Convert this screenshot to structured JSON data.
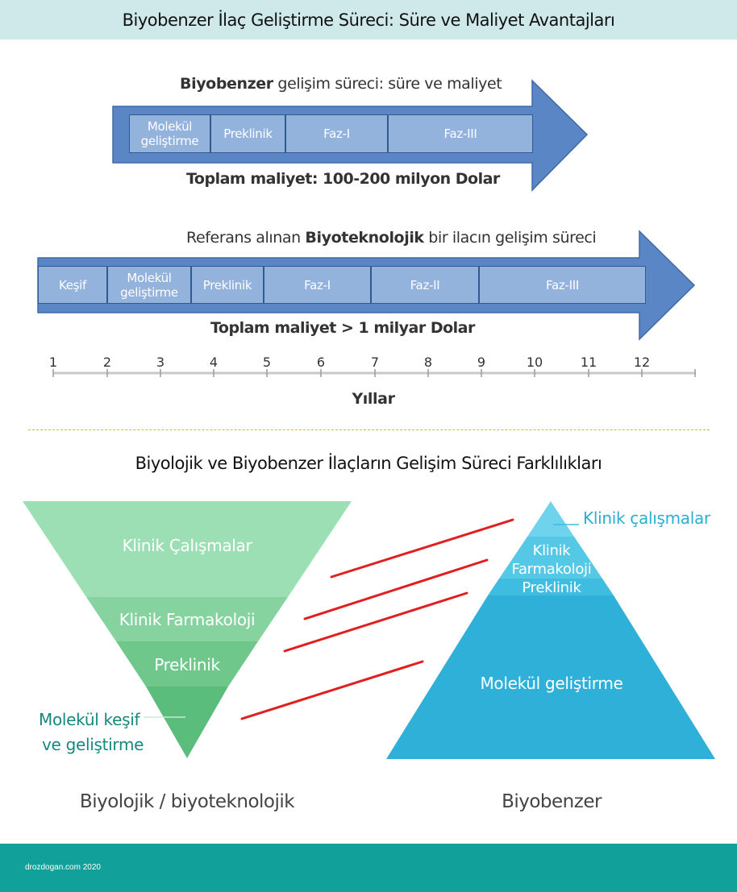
{
  "page": {
    "title": "Biyobenzer İlaç Geliştirme Süreci: Süre ve Maliyet Avantajları"
  },
  "biosimilar_arrow": {
    "heading_bold": "Biyobenzer",
    "heading_rest": " gelişim süreci: süre ve maliyet",
    "phases": [
      "Molekül geliştirme",
      "Preklinik",
      "Faz-I",
      "Faz-III"
    ],
    "cost": "Toplam maliyet: 100-200 milyon Dolar"
  },
  "reference_arrow": {
    "heading_pre": "Referans alınan ",
    "heading_bold": "Biyoteknolojik",
    "heading_post": " bir ilacın gelişim süreci",
    "phases": [
      "Keşif",
      "Molekül geliştirme",
      "Preklinik",
      "Faz-I",
      "Faz-II",
      "Faz-III"
    ],
    "cost": "Toplam maliyet > 1 milyar Dolar"
  },
  "timeline": {
    "ticks": [
      "1",
      "2",
      "3",
      "4",
      "5",
      "6",
      "7",
      "8",
      "9",
      "10",
      "11",
      "12"
    ],
    "axis_title": "Yıllar"
  },
  "comparison": {
    "title": "Biyolojik ve Biyobenzer İlaçların Gelişim Süreci Farklılıkları",
    "biologic": {
      "layers": [
        "Klinik Çalışmalar",
        "Klinik Farmakoloji",
        "Preklinik"
      ],
      "side_label_line1": "Molekül keşif",
      "side_label_line2": "ve geliştirme",
      "caption": "Biyolojik / biyoteknolojik",
      "colors": [
        "#9ddfb4",
        "#86d3a0",
        "#6fc78c",
        "#5bbd7b"
      ]
    },
    "biosimilar": {
      "side_label": "Klinik çalışmalar",
      "layers": [
        "Klinik",
        "Farmakoloji",
        "Preklinik"
      ],
      "base_layer": "Molekül geliştirme",
      "caption": "Biyobenzer",
      "colors": [
        "#6fd3ee",
        "#55c8e6",
        "#3fbde0",
        "#2fb0d8"
      ]
    }
  },
  "footer": {
    "text": "drozdogan.com 2020",
    "color": "#12a09a"
  }
}
